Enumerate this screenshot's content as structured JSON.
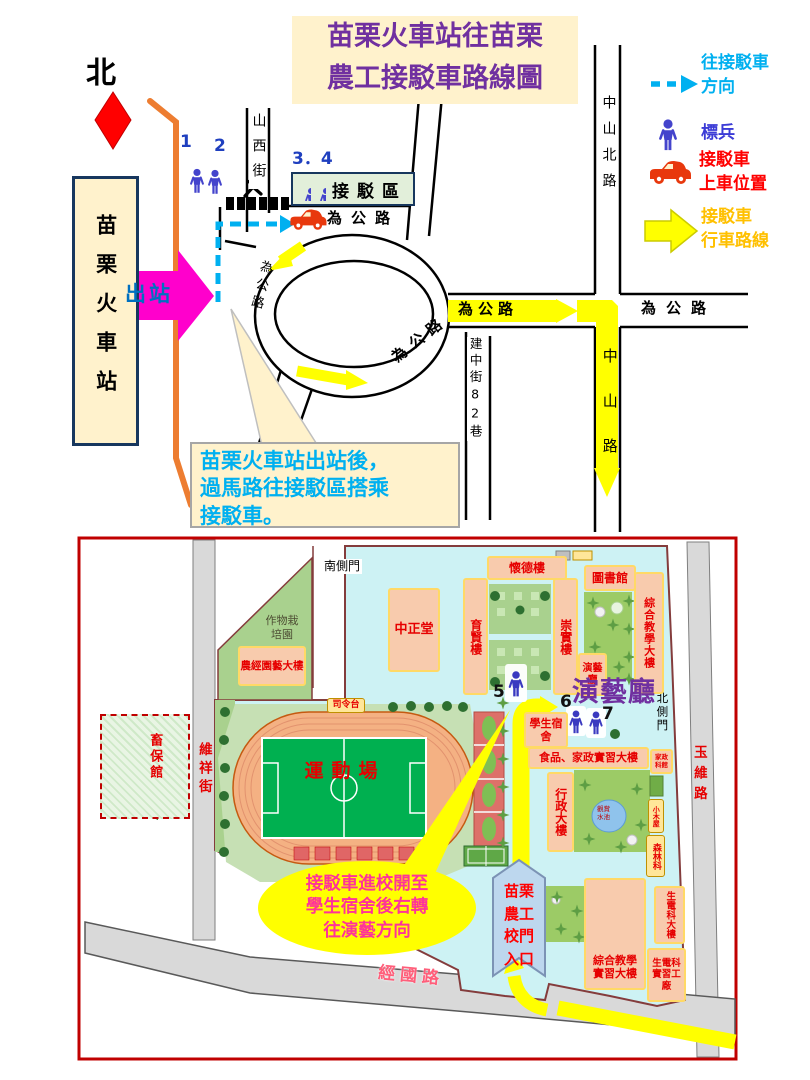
{
  "colors": {
    "title_purple": "#7030A0",
    "cream": "#FFF2CC",
    "exit_magenta": "#FF00CC",
    "route_cyan": "#00B0F0",
    "route_yellow": "#FFFF00",
    "legend_red": "#FF0000",
    "legend_orange": "#FFC000",
    "orange_line": "#ED7D31",
    "campus_bg": "#CDF2F4",
    "building_fill": "#F8CBAD",
    "map_border": "#C00000"
  },
  "top_map": {
    "title": "苗栗火車站往苗栗\n農工接駁車路線圖",
    "north": "北",
    "station": "苗栗火車站",
    "exit": "出站",
    "markers": {
      "m1": "1",
      "m2": "2",
      "m34": "3．4"
    },
    "shuttle_zone": "接駁區",
    "streets": {
      "shanxi": "山西街",
      "weigong": "為公路",
      "zhongshan_north": "中山北路",
      "zhongshan": "中山路",
      "jianzhong": "建中街82巷"
    },
    "note": "苗栗火車站出站後，\n過馬路往接駁區搭乘\n接駁車。",
    "legend": [
      {
        "icon": "dashed-arrow-icon",
        "label": "往接駁車\n方向"
      },
      {
        "icon": "person-icon",
        "label": "標兵"
      },
      {
        "icon": "shuttle-car-icon",
        "label": "接駁車\n上車位置"
      },
      {
        "icon": "yellow-arrow-icon",
        "label": "接駁車\n行車路線"
      }
    ]
  },
  "campus_map": {
    "gates": {
      "south": "南側門",
      "north": "北側門",
      "entrance_sign": "苗栗\n農工\n校門\n入口"
    },
    "streets": {
      "weixiang": "維祥街",
      "yuwei": "玉維路",
      "jingguo": "經國路"
    },
    "markers": {
      "m5": "5",
      "m6": "6",
      "m7": "7"
    },
    "hall_big_label": "演藝廳",
    "callout": "接駁車進校開至\n學生宿舍後右轉\n往演藝方向",
    "buildings": {
      "crop_garden": "作物栽\n培園",
      "agri_hort": "農經園藝大樓",
      "zhongzheng_hall": "中正堂",
      "huaide": "懷德樓",
      "yuxian": "育賢樓",
      "chongshi": "崇實樓",
      "library": "圖書館",
      "general_teaching": "綜合教學大樓",
      "performance_hall_small": "演藝\n廳",
      "dorm": "學生宿\n舍",
      "food_home_econ": "食品、家政實習大樓",
      "home_econ_annex": "家政\n科館",
      "admin": "行政大樓",
      "pond": "觀賞\n水池",
      "cabin": "小木屋",
      "forestry": "森林科",
      "bio_elec": "生電科大樓",
      "bio_elec_factory": "生電科\n實習工\n廠",
      "general_practice": "綜合教學\n實習大樓",
      "livestock": "畜保館",
      "podium": "司令台",
      "sports_field": "運動場"
    }
  }
}
